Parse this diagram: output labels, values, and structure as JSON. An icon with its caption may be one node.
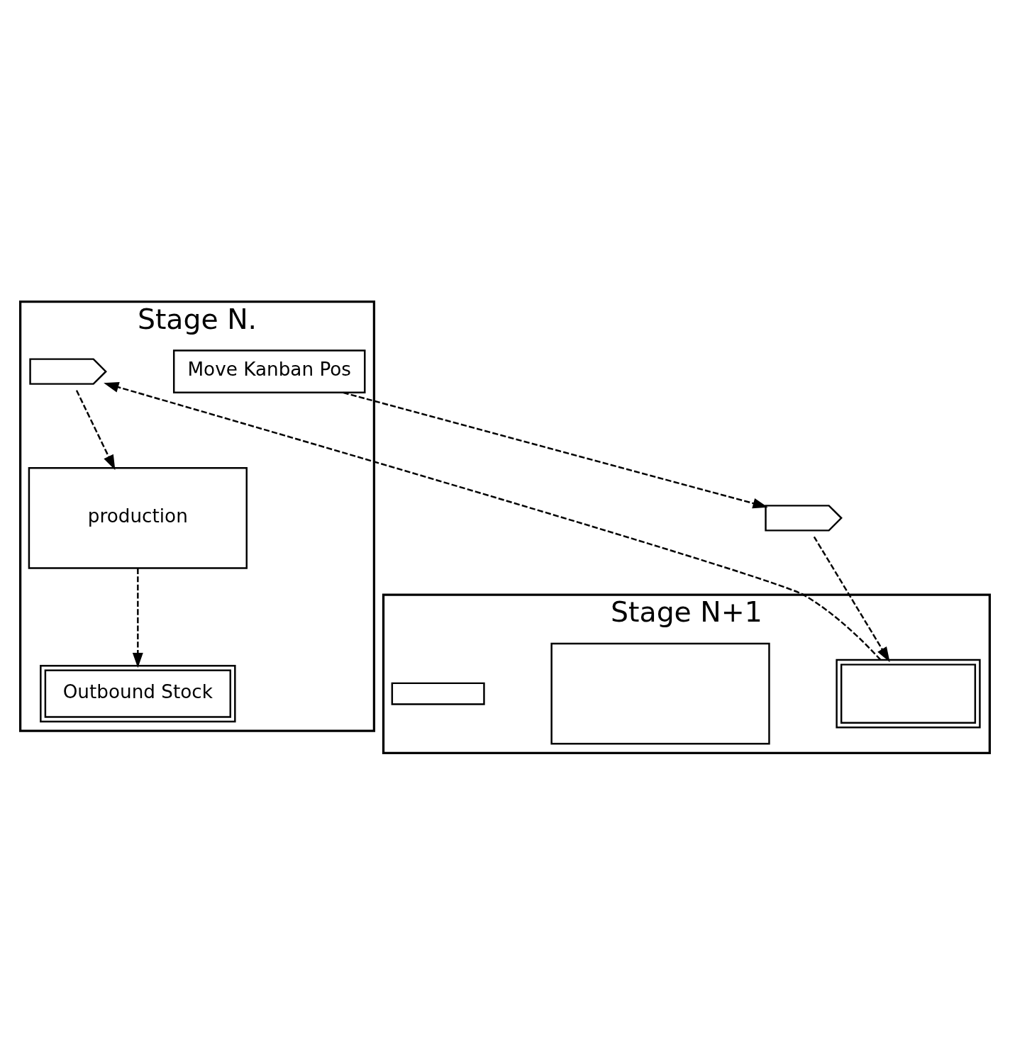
{
  "diagram": {
    "nodes": [
      {
        "text": [
          "Stage N."
        ]
      },
      {
        "text": [
          "production"
        ],
        "in": 0
      },
      {
        "text": [
          "Outbound Stock"
        ],
        "in": 0
      },
      {
        "text": [],
        "shape": "card",
        "in": 0
      },
      {
        "text": [
          "Move Kanban Pos"
        ],
        "in": 0
      },
      {
        "text": [
          "Stage N+1"
        ]
      },
      {
        "text": [],
        "shape": "bin",
        "in": 5
      },
      {
        "text": [],
        "shape": "box",
        "in": 5
      },
      {
        "text": [],
        "shape": "rack",
        "in": 5
      },
      {
        "text": [],
        "shape": "card"
      }
    ],
    "edges": [
      {
        "from": 1,
        "to": 2,
        "arrow": "to",
        "style": "dashed"
      },
      {
        "from": 6,
        "to": 3,
        "arrow": "to",
        "style": "dashed"
      },
      {
        "from": 3,
        "to": 1,
        "arrow": "to",
        "style": "dashed"
      },
      {
        "from": 4,
        "to": 9,
        "arrow": "to",
        "style": "dashed"
      },
      {
        "from": 9,
        "to": 6,
        "arrow": "to",
        "style": "dashed"
      }
    ]
  }
}
